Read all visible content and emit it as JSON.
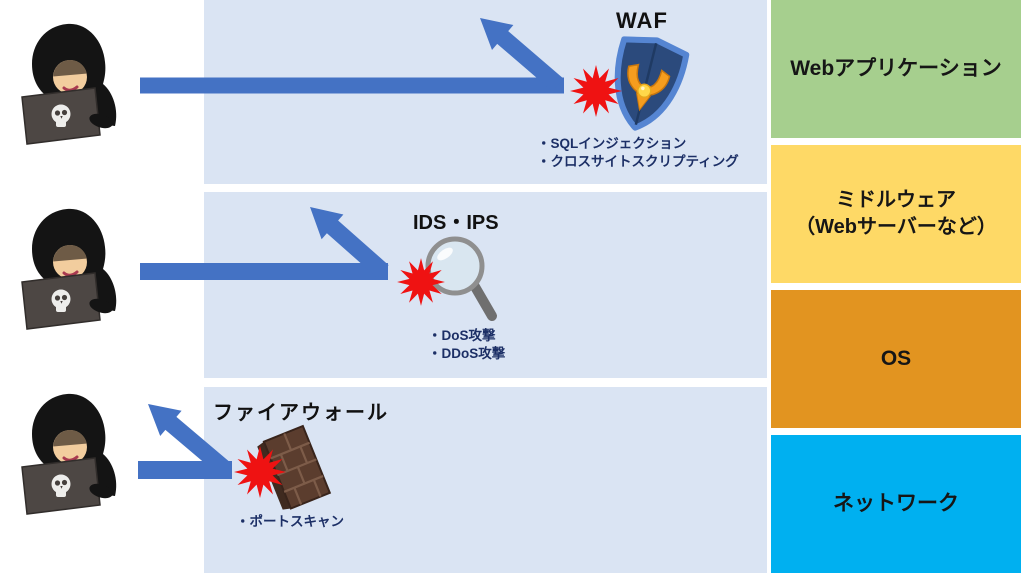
{
  "rows": [
    {
      "defense_label": "WAF",
      "defense_icon": "shield-icon",
      "attacks": [
        "・SQLインジェクション",
        "・クロスサイトスクリプティング"
      ]
    },
    {
      "defense_label": "IDS・IPS",
      "defense_icon": "magnifier-icon",
      "attacks": [
        "・DoS攻撃",
        "・DDoS攻撃"
      ]
    },
    {
      "defense_label": "ファイアウォール",
      "defense_icon": "brick-wall-icon",
      "attacks": [
        "・ポートスキャン"
      ]
    }
  ],
  "actor": {
    "icon": "hacker-with-skull-laptop-icon"
  },
  "stack": {
    "layers": [
      {
        "label": "Webアプリケーション",
        "color": "#A6CF8E"
      },
      {
        "label": "ミドルウェア\n（Webサーバーなど）",
        "color": "#FED966"
      },
      {
        "label": "OS",
        "color": "#E29420"
      },
      {
        "label": "ネットワーク",
        "color": "#00B0F0"
      }
    ]
  },
  "colors": {
    "lane_bg": "#DAE4F3",
    "arrow": "#4472C4",
    "burst": "#EF1212",
    "attack_text": "#1C2F66"
  }
}
